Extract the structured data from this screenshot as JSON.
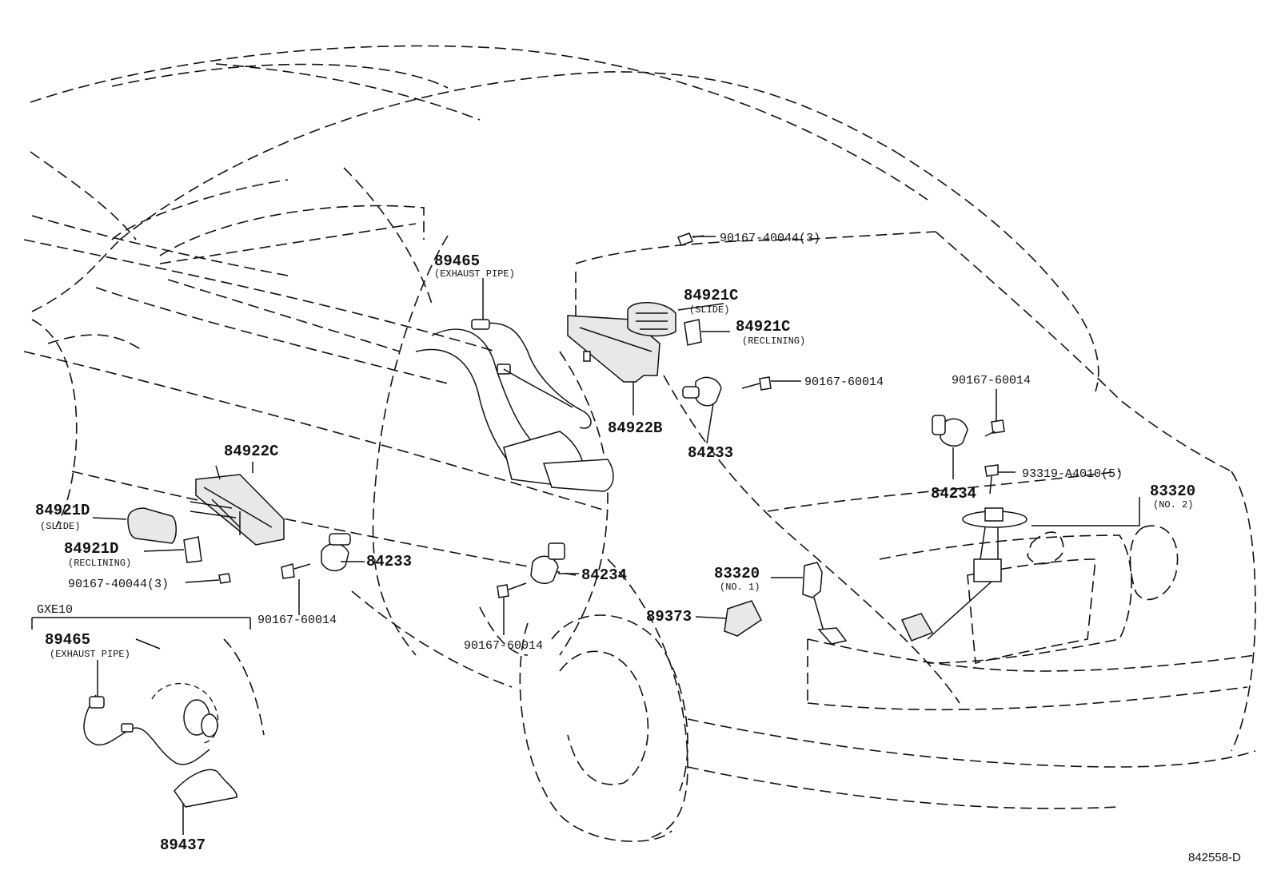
{
  "labels": {
    "p89465_top": "89465",
    "p89465_top_sub": "(EXHAUST PIPE)",
    "b90167_40044_top": "90167-40044(3)",
    "p84921c_slide": "84921C",
    "p84921c_slide_sub": "(SLIDE)",
    "p84921c_recl": "84921C",
    "p84921c_recl_sub": "(RECLINING)",
    "b90167_60014_a": "90167-60014",
    "b90167_60014_b": "90167-60014",
    "p84922b": "84922B",
    "p84233_right": "84233",
    "p84234_right": "84234",
    "b93319": "93319-A4010(5)",
    "p83320_no2": "83320",
    "p83320_no2_sub": "(NO. 2)",
    "p84922c": "84922C",
    "p84921d_slide": "84921D",
    "p84921d_slide_sub": "(SLIDE)",
    "p84921d_recl": "84921D",
    "p84921d_recl_sub": "(RECLINING)",
    "b90167_40044_left": "90167-40044(3)",
    "p84233_left": "84233",
    "b90167_60014_c": "90167-60014",
    "p84234_mid": "84234",
    "b90167_60014_d": "90167-60014",
    "p83320_no1": "83320",
    "p83320_no1_sub": "(NO. 1)",
    "p89373": "89373",
    "gxe10": "GXE10",
    "p89465_inset": "89465",
    "p89465_inset_sub": "(EXHAUST PIPE)",
    "p89437": "89437",
    "diagram_ref": "842558-D"
  }
}
